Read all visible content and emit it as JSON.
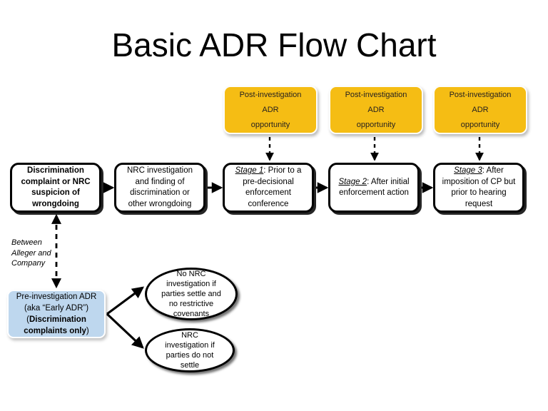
{
  "page": {
    "title": "Basic ADR Flow Chart",
    "background_color": "#ffffff"
  },
  "colors": {
    "adr_orange": "#f5bd14",
    "early_adr_blue": "#bed7ee",
    "box_border": "#000000",
    "text": "#000000"
  },
  "adr_boxes": [
    {
      "line1": "Post-investigation ADR",
      "line2": "opportunity"
    },
    {
      "line1": "Post-investigation ADR",
      "line2": "opportunity"
    },
    {
      "line1": "Post-investigation ADR",
      "line2": "opportunity"
    }
  ],
  "process_boxes": [
    {
      "id": "discrimination-complaint",
      "text": "Discrimination complaint or NRC suspicion of wrongdoing",
      "bold": true,
      "stage": ""
    },
    {
      "id": "nrc-investigation",
      "text": "NRC investigation and finding of discrimination or other wrongdoing",
      "bold": false,
      "stage": ""
    },
    {
      "id": "stage-1",
      "stage": "Stage 1",
      "text": ": Prior to a pre-decisional enforcement conference",
      "bold": false
    },
    {
      "id": "stage-2",
      "stage": "Stage 2",
      "text": ": After initial enforcement action",
      "bold": false
    },
    {
      "id": "stage-3",
      "stage": "Stage 3",
      "text": ": After imposition of CP but prior to hearing request",
      "bold": false
    }
  ],
  "side_note": "Between Alleger and Company",
  "early_adr": {
    "line1": "Pre-investigation ADR",
    "line2": "(aka “Early ADR”)",
    "paren_open": "(",
    "bold_text": "Discrimination complaints only",
    "paren_close": ")"
  },
  "outcomes": [
    {
      "id": "no-nrc-investigation",
      "text": "No NRC investigation if parties settle and no restrictive covenants"
    },
    {
      "id": "nrc-investigation-no-settle",
      "text": "NRC investigation if parties do not settle"
    }
  ]
}
